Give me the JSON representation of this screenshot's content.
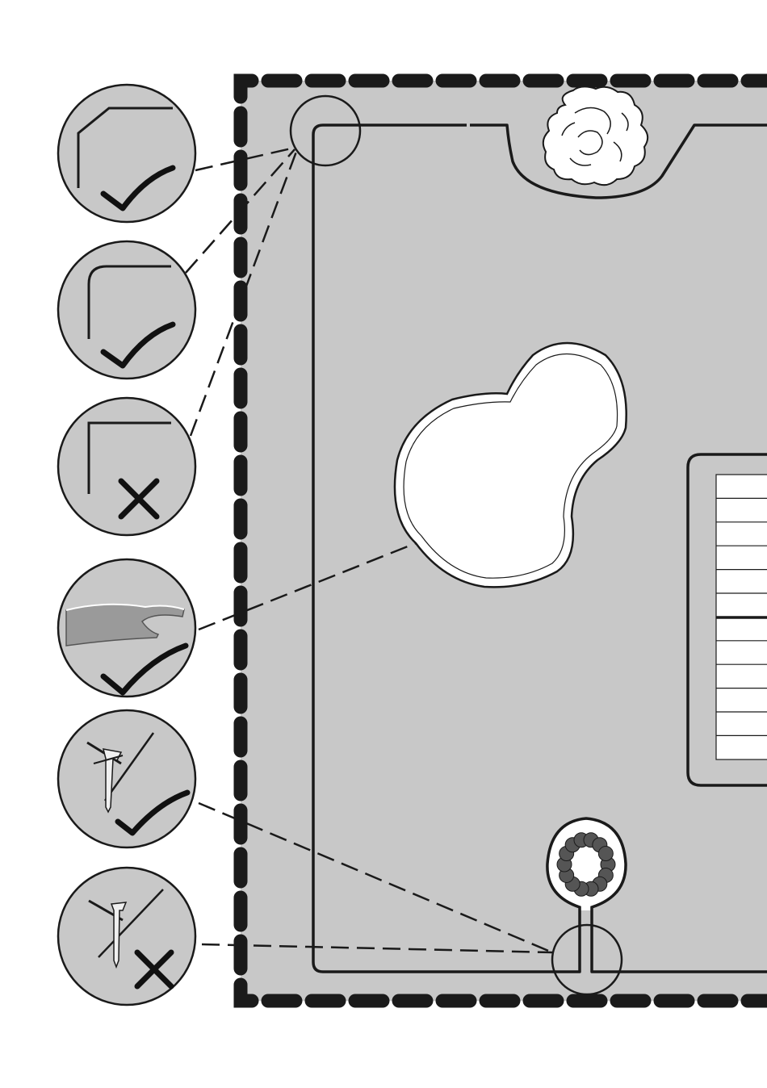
{
  "diagram": {
    "colors": {
      "lawn": "#c8c8c8",
      "ink": "#1a1a1a",
      "paper": "#ffffff",
      "pond_outline": "#1a1a1a",
      "shrub_fill": "#555555"
    },
    "detail_callouts": [
      {
        "id": "corner-angled",
        "verdict": "correct",
        "icon": "check-icon"
      },
      {
        "id": "corner-rounded",
        "verdict": "correct",
        "icon": "check-icon"
      },
      {
        "id": "corner-square",
        "verdict": "incorrect",
        "icon": "cross-icon"
      },
      {
        "id": "pond-edge",
        "verdict": "correct",
        "icon": "check-icon"
      },
      {
        "id": "peg-crossed-wires",
        "verdict": "correct",
        "icon": "check-icon"
      },
      {
        "id": "peg-parallel-wires",
        "verdict": "incorrect",
        "icon": "cross-icon"
      }
    ],
    "garden_elements": [
      "lawn-boundary",
      "boundary-wire",
      "bush",
      "pond",
      "patio-deck",
      "flower-bed"
    ]
  }
}
